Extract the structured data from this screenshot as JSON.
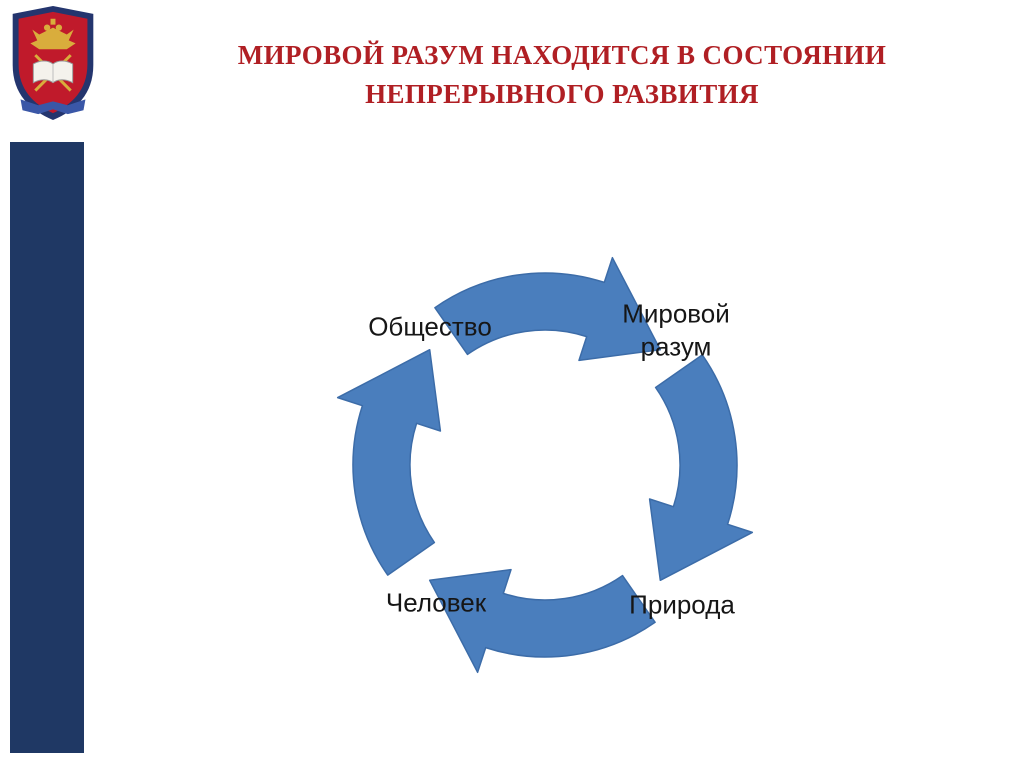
{
  "slide": {
    "title_line1": "МИРОВОЙ РАЗУМ НАХОДИТСЯ В СОСТОЯНИИ",
    "title_line2": "НЕПРЕРЫВНОГО РАЗВИТИЯ",
    "title_color": "#b01f24"
  },
  "sidebar": {
    "color": "#1f3864"
  },
  "emblem": {
    "name": "mvd-crest",
    "shield_color": "#c01a2b",
    "border_color": "#24356e",
    "eagle_color": "#d9ad3c"
  },
  "diagram": {
    "type": "cycle",
    "direction": "clockwise",
    "arrow_color": "#4a7ebd",
    "arrow_stroke": "#3c6ca8",
    "nodes": [
      {
        "label": "Общество",
        "position": "top-left"
      },
      {
        "label": "Мировой разум",
        "position": "top-right"
      },
      {
        "label": "Природа",
        "position": "bottom-right"
      },
      {
        "label": "Человек",
        "position": "bottom-left"
      }
    ]
  }
}
